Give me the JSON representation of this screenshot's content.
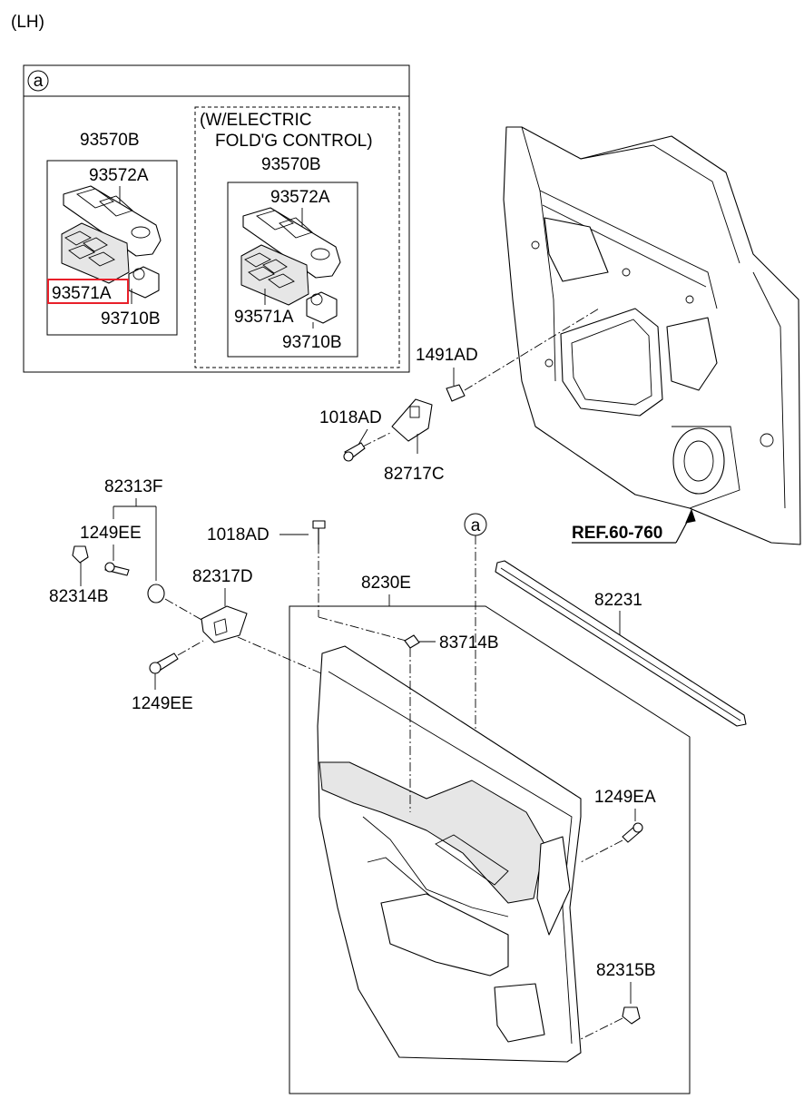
{
  "header": {
    "side_label": "(LH)"
  },
  "detail_box": {
    "callout": "a",
    "standard": {
      "assembly": "93570B",
      "switch_cover": "93572A",
      "main_switch": "93571A",
      "sub_switch": "93710B"
    },
    "electric_fold": {
      "title_line1": "(W/ELECTRIC",
      "title_line2": "FOLD'G CONTROL)",
      "assembly": "93570B",
      "switch_cover": "93572A",
      "main_switch": "93571A",
      "sub_switch": "93710B"
    }
  },
  "parts": {
    "p1491AD": "1491AD",
    "p1018AD_upper": "1018AD",
    "p82717C": "82717C",
    "ref": "REF.60-760",
    "p82313F": "82313F",
    "p1249EE_upper": "1249EE",
    "p82314B": "82314B",
    "p1018AD_lower": "1018AD",
    "callout_a": "a",
    "p82317D": "82317D",
    "p8230E": "8230E",
    "p82231": "82231",
    "p83714B": "83714B",
    "p1249EE_lower": "1249EE",
    "p1249EA": "1249EA",
    "p82315B": "82315B"
  },
  "highlight": {
    "part": "93571A",
    "color": "#e8202a"
  }
}
